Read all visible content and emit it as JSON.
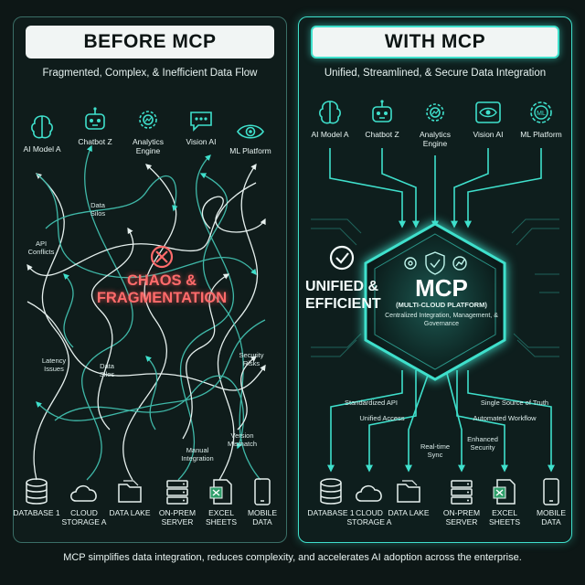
{
  "colors": {
    "accent": "#3fe0cc",
    "chaos": "#ff6b6b",
    "background": "#0d1716"
  },
  "before": {
    "title": "BEFORE MCP",
    "subtitle": "Fragmented, Complex, & Inefficient Data Flow",
    "nodes": [
      {
        "label": "AI Model A",
        "icon": "brain-icon"
      },
      {
        "label": "Chatbot Z",
        "icon": "robot-icon"
      },
      {
        "label": "Analytics Engine",
        "icon": "analytics-gear-icon"
      },
      {
        "label": "Vision AI",
        "icon": "chat-bubble-icon"
      },
      {
        "label": "ML Platform",
        "icon": "eye-icon"
      }
    ],
    "center_text": "CHAOS & FRAGMENTATION",
    "annotations": {
      "data_silos_1": "Data Silos",
      "api_conflicts": "API Conflicts",
      "latency": "Latency Issues",
      "data_silos_2": "Data Silos",
      "security": "Security Risks",
      "version": "Version Mismatch",
      "manual": "Manual Integration"
    },
    "sources": [
      {
        "label": "DATABASE 1",
        "icon": "database-icon"
      },
      {
        "label": "CLOUD STORAGE A",
        "icon": "cloud-icon"
      },
      {
        "label": "DATA LAKE",
        "icon": "folder-icon"
      },
      {
        "label": "ON-PREM SERVER",
        "icon": "server-icon"
      },
      {
        "label": "EXCEL SHEETS",
        "icon": "excel-icon"
      },
      {
        "label": "MOBILE DATA",
        "icon": "mobile-icon"
      }
    ]
  },
  "with": {
    "title": "WITH MCP",
    "subtitle": "Unified, Streamlined, & Secure Data Integration",
    "nodes": [
      {
        "label": "AI Model A",
        "icon": "brain-icon"
      },
      {
        "label": "Chatbot Z",
        "icon": "robot-icon"
      },
      {
        "label": "Analytics Engine",
        "icon": "analytics-gear-icon"
      },
      {
        "label": "Vision AI",
        "icon": "eye-icon"
      },
      {
        "label": "ML Platform",
        "icon": "ml-gear-icon"
      }
    ],
    "unified_text": "UNIFIED & EFFICIENT",
    "hub": {
      "title": "MCP",
      "subtitle": "(MULTI-CLOUD PLATFORM)",
      "description": "Centralized Integration, Management, & Governance"
    },
    "annotations": {
      "standardized_api": "Standardized API",
      "unified_access": "Unified Access",
      "realtime_sync": "Real-time Sync",
      "enhanced_security": "Enhanced Security",
      "single_source": "Single Source of Truth",
      "automated_workflow": "Automated Workflow"
    },
    "sources": [
      {
        "label": "DATABASE 1",
        "icon": "database-icon"
      },
      {
        "label": "CLOUD STORAGE A",
        "icon": "cloud-icon"
      },
      {
        "label": "DATA LAKE",
        "icon": "folder-icon"
      },
      {
        "label": "ON-PREM SERVER",
        "icon": "server-icon"
      },
      {
        "label": "EXCEL SHEETS",
        "icon": "excel-icon"
      },
      {
        "label": "MOBILE DATA",
        "icon": "mobile-icon"
      }
    ]
  },
  "footer": "MCP simplifies data integration, reduces complexity, and accelerates AI adoption across the enterprise."
}
